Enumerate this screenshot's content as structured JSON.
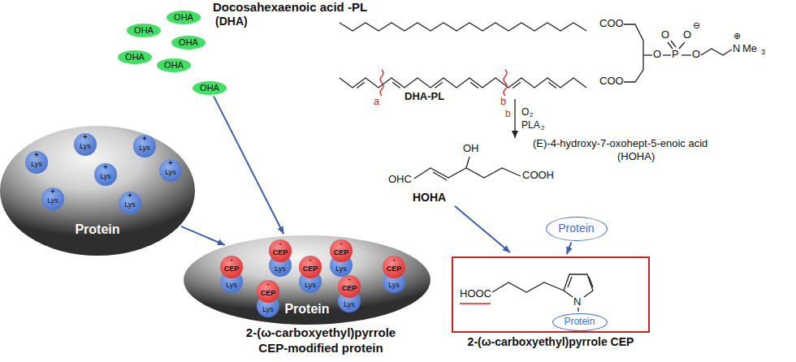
{
  "diagram": {
    "nodes": [
      {
        "text": [
          "OHA"
        ]
      },
      {
        "text": [
          "OHA"
        ]
      },
      {
        "text": [
          "OHA"
        ]
      },
      {
        "text": [
          "OHA"
        ]
      },
      {
        "text": [
          "OHA"
        ]
      },
      {
        "text": [
          "OHA"
        ]
      },
      {
        "text": [
          "Protein"
        ]
      },
      {
        "text": [
          "+",
          "Lys"
        ],
        "in": 6
      },
      {
        "text": [
          "+",
          "Lys"
        ],
        "in": 6
      },
      {
        "text": [
          "+",
          "Lys"
        ],
        "in": 6
      },
      {
        "text": [
          "+",
          "Lys"
        ],
        "in": 6
      },
      {
        "text": [
          "+",
          "Lys"
        ],
        "in": 6
      },
      {
        "text": [
          "+",
          "Lys"
        ],
        "in": 6
      },
      {
        "text": [
          "+",
          "Lys"
        ],
        "in": 6
      },
      {
        "text": [
          "Protein"
        ]
      },
      {
        "text": [
          "-",
          "CEP",
          "Lys"
        ],
        "in": 14
      },
      {
        "text": [
          "-",
          "CEP",
          "Lys"
        ],
        "in": 14
      },
      {
        "text": [
          "-",
          "CEP",
          "Lys"
        ],
        "in": 14
      },
      {
        "text": [
          "-",
          "CEP",
          "Lys"
        ],
        "in": 14
      },
      {
        "text": [
          "-",
          "CEP",
          "Lys"
        ],
        "in": 14
      },
      {
        "text": [
          "-",
          "CEP",
          "Lys"
        ],
        "in": 14
      },
      {
        "text": [
          "-",
          "CEP",
          "Lys"
        ],
        "in": 14
      },
      {
        "text": [
          "Protein"
        ]
      },
      {
        "text": [
          "HOOC",
          "N",
          "2-(ω-carboxyethyl)pyrrole CEP"
        ]
      },
      {
        "text": [
          "Protein"
        ],
        "in": 23
      }
    ],
    "edges": [
      {
        "from": 5,
        "to": 14,
        "arrow": "to"
      },
      {
        "from": 6,
        "to": 14,
        "arrow": "to"
      },
      {
        "from": 22,
        "to": 23,
        "arrow": "to"
      }
    ],
    "labels": [
      "Docosahexaenoic acid -PL",
      "(DHA)",
      "COO",
      "COO",
      "O",
      "P",
      "O",
      "O",
      "O",
      "⊖",
      "N",
      "Me",
      "3",
      "⊕",
      "a",
      "DHA-PL",
      "b",
      "b",
      "O",
      "2",
      "PLA",
      "2",
      "(E)-4-hydroxy-7-oxohept-5-enoic acid",
      "(HOHA)",
      "OH",
      "OHC",
      "COOH",
      "HOHA",
      "2-(ω-carboxyethyl)pyrrole",
      "CEP-modified protein"
    ]
  }
}
